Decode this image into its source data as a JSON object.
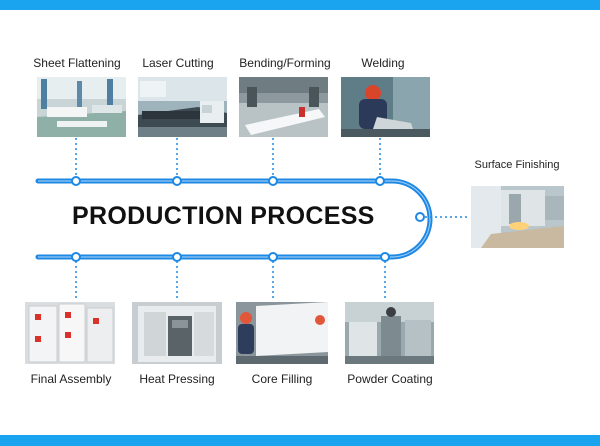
{
  "colors": {
    "accent": "#1e88e5",
    "bar": "#1aa4f0",
    "dot_fill": "#ffffff"
  },
  "title": "PRODUCTION PROCESS",
  "steps_top": [
    {
      "label": "Sheet Flattening",
      "icon": "factory-floor-photo"
    },
    {
      "label": "Laser Cutting",
      "icon": "laser-machine-photo"
    },
    {
      "label": "Bending/Forming",
      "icon": "press-brake-photo"
    },
    {
      "label": "Welding",
      "icon": "welder-photo"
    }
  ],
  "step_right": {
    "label": "Surface Finishing",
    "icon": "grinding-photo"
  },
  "steps_bottom": [
    {
      "label": "Final Assembly",
      "icon": "panels-photo"
    },
    {
      "label": "Heat Pressing",
      "icon": "press-machine-photo"
    },
    {
      "label": "Core Filling",
      "icon": "panel-workers-photo"
    },
    {
      "label": "Powder Coating",
      "icon": "coating-line-photo"
    }
  ]
}
